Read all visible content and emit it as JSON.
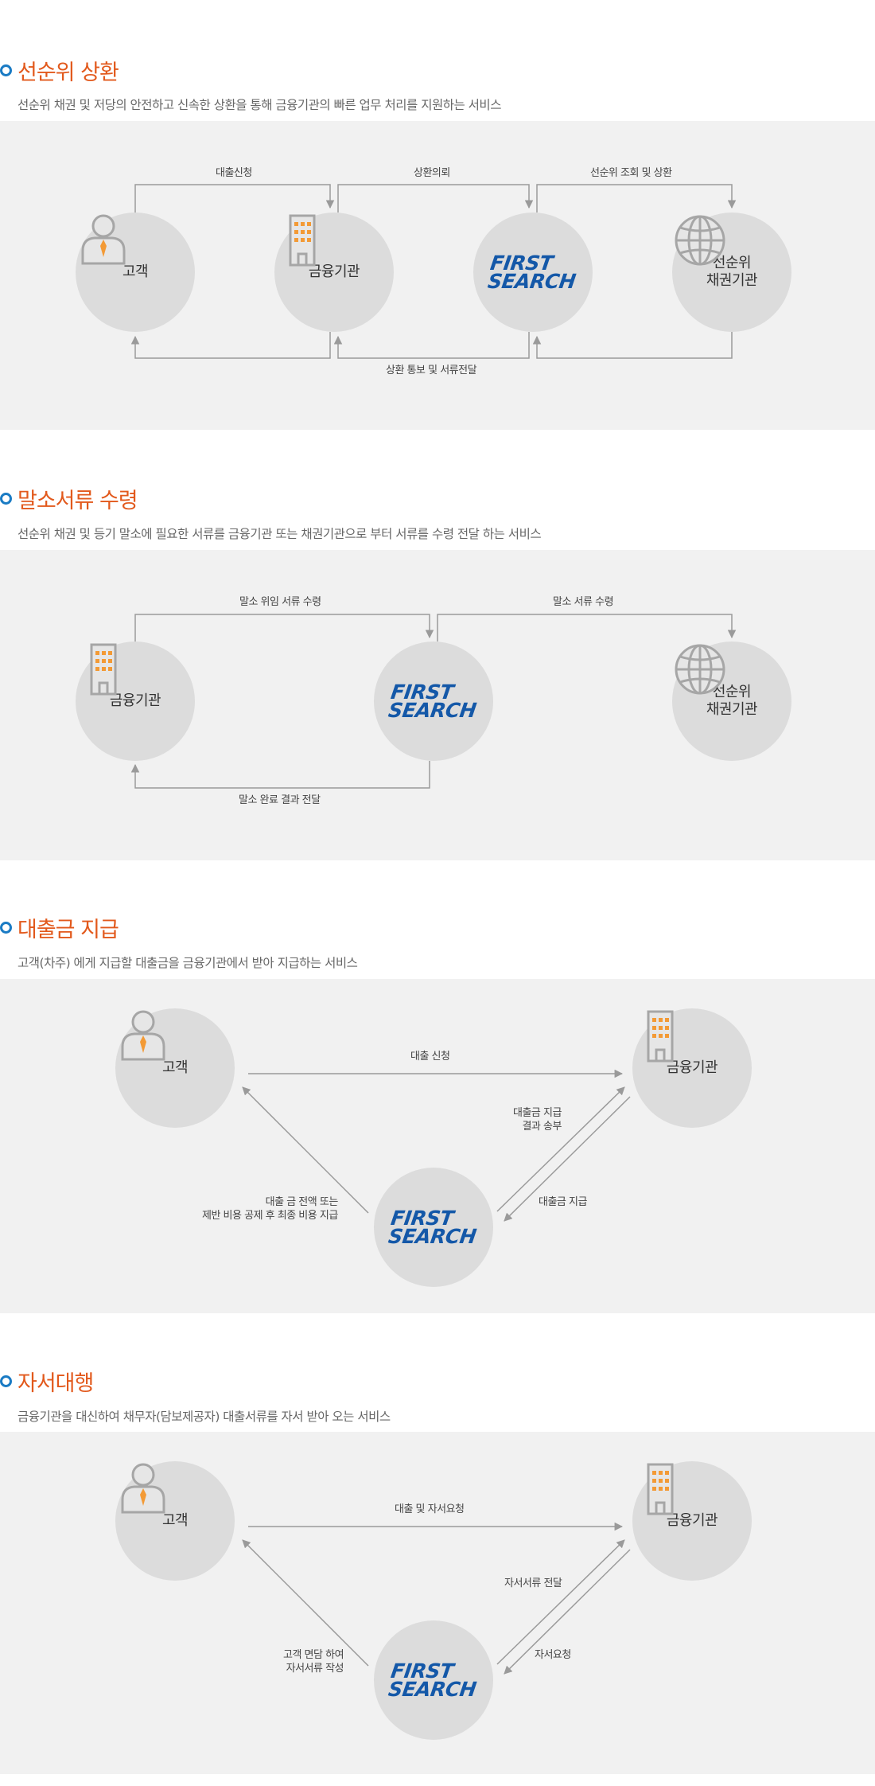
{
  "colors": {
    "accent_title": "#e2591c",
    "bullet": "#1a7bc4",
    "logo": "#1458a8",
    "icon_orange": "#f39a35",
    "panel": "#f1f1f1",
    "node": "#dcdcdc"
  },
  "icons": {
    "customer": "person-icon",
    "bank": "building-icon",
    "creditor": "globe-icon",
    "first_search": "first-search-logo"
  },
  "logo": {
    "line1": "FIRST",
    "line2": "SEARCH"
  },
  "sections": [
    {
      "title": "선순위 상환",
      "desc": "선순위 채권 및 저당의 안전하고 신속한 상환을 통해 금융기관의 빠른 업무 처리를 지원하는 서비스",
      "nodes": {
        "customer": "고객",
        "bank": "금융기관",
        "creditor": "선순위\n채권기관"
      },
      "labels": {
        "top1": "대출신청",
        "top2": "상환의뢰",
        "top3": "선순위 조회 및 상환",
        "bottom": "상환 통보 및 서류전달"
      }
    },
    {
      "title": "말소서류 수령",
      "desc": "선순위 채권 및 등기 말소에 필요한 서류를 금융기관 또는 채권기관으로 부터 서류를 수령 전달 하는 서비스",
      "nodes": {
        "bank": "금융기관",
        "creditor": "선순위\n채권기관"
      },
      "labels": {
        "top1": "말소 위임 서류 수령",
        "top2": "말소 서류 수령",
        "bottom": "말소 완료 결과 전달"
      }
    },
    {
      "title": "대출금 지급",
      "desc": "고객(차주) 에게 지급할 대출금을 금융기관에서 받아 지급하는 서비스",
      "nodes": {
        "customer": "고객",
        "bank": "금융기관"
      },
      "labels": {
        "top": "대출 신청",
        "right_up": "대출금 지급\n결과 송부",
        "right_down": "대출금 지급",
        "left": "대출 금 전액 또는\n제반 비용 공제 후 최종 비용 지급"
      }
    },
    {
      "title": "자서대행",
      "desc": "금융기관을 대신하여 채무자(담보제공자) 대출서류를 자서 받아 오는 서비스",
      "nodes": {
        "customer": "고객",
        "bank": "금융기관"
      },
      "labels": {
        "top": "대출 및 자서요청",
        "right_up": "자서서류 전달",
        "right_down": "자서요청",
        "left": "고객 면담 하여\n자서서류 작성"
      }
    }
  ]
}
